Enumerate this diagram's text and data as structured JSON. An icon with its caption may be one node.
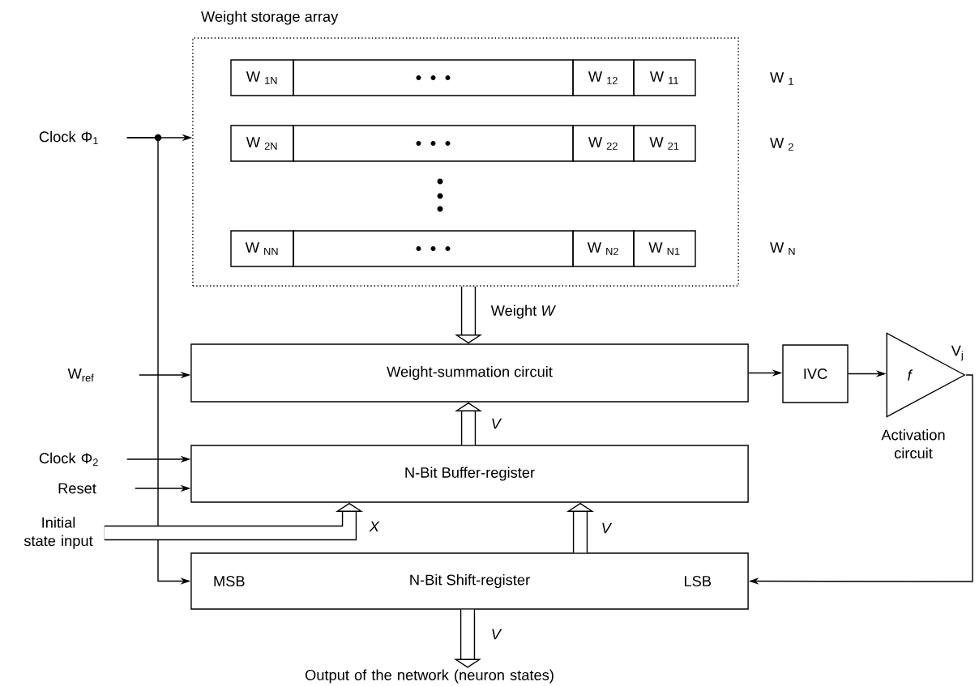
{
  "diagram": {
    "nodes": [
      {
        "text": [
          "Weight storage array"
        ]
      },
      {
        "text": [
          "W $_{1N}$"
        ],
        "in": 0
      },
      {
        "text": [],
        "shape": "box",
        "in": 0
      },
      {
        "text": [
          "W $_{12}$"
        ],
        "in": 0
      },
      {
        "text": [
          "W $_{11}$"
        ],
        "in": 0
      },
      {
        "text": [
          "W $_{2N}$"
        ],
        "in": 0
      },
      {
        "text": [],
        "shape": "box",
        "in": 0
      },
      {
        "text": [
          "W $_{22}$"
        ],
        "in": 0
      },
      {
        "text": [
          "W $_{21}$"
        ],
        "in": 0
      },
      {
        "text": [
          "W $_{NN}$"
        ],
        "in": 0
      },
      {
        "text": [],
        "shape": "box",
        "in": 0
      },
      {
        "text": [
          "W $_{N2}$"
        ],
        "in": 0
      },
      {
        "text": [
          "W $_{N1}$"
        ],
        "in": 0
      },
      {
        "text": [
          "Clock Φ$_{1}$"
        ]
      },
      {
        "text": [
          "Weight-summation circuit"
        ]
      },
      {
        "text": [
          "IVC"
        ]
      },
      {
        "text": [
          "f"
        ],
        "beside": [
          "Activation circuit"
        ]
      },
      {
        "text": [
          "W$_{ref}$"
        ]
      },
      {
        "text": [
          "Clock Φ$_{2}$"
        ]
      },
      {
        "text": [
          "Reset"
        ]
      },
      {
        "text": [
          "N-Bit Buffer-register"
        ]
      },
      {
        "text": [
          "Initial state input"
        ]
      },
      {
        "text": [
          "MSB",
          "N-Bit Shift-register",
          "LSB"
        ]
      },
      {
        "text": [
          "Output of the network (neuron states)"
        ]
      }
    ],
    "edges": [
      {
        "from": 13,
        "to": 0,
        "arrow": "to"
      },
      {
        "from": 13,
        "to": 22,
        "arrow": "to"
      },
      {
        "from": 0,
        "to": 14,
        "arrow": "to",
        "style": "thick",
        "label": "Weight *W*"
      },
      {
        "from": 14,
        "to": 15,
        "arrow": "to"
      },
      {
        "from": 15,
        "to": 16,
        "arrow": "to"
      },
      {
        "from": 16,
        "to": 22,
        "arrow": "to",
        "label": "V$_{j}$"
      },
      {
        "from": 17,
        "to": 14,
        "arrow": "to"
      },
      {
        "from": 20,
        "to": 14,
        "arrow": "to",
        "style": "thick",
        "label": "V"
      },
      {
        "from": 18,
        "to": 20,
        "arrow": "to"
      },
      {
        "from": 19,
        "to": 20,
        "arrow": "to"
      },
      {
        "from": 21,
        "to": 20,
        "arrow": "to",
        "style": "thick",
        "label": "X"
      },
      {
        "from": 22,
        "to": 20,
        "arrow": "to",
        "style": "thick",
        "label": "V"
      },
      {
        "from": 22,
        "to": 23,
        "arrow": "to",
        "style": "thick",
        "label": "V"
      }
    ],
    "labels": [
      "W $_{1}$",
      "W $_{2}$",
      "W $_{N}$"
    ]
  }
}
